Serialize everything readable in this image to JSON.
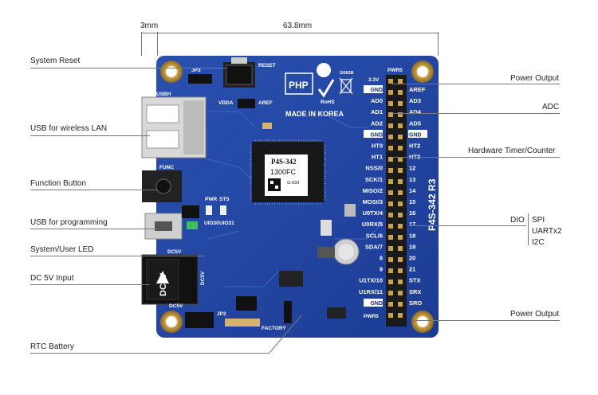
{
  "dimensions": {
    "left": "3mm",
    "width": "63.8mm"
  },
  "callouts": {
    "left": [
      "System Reset",
      "USB for wireless LAN",
      "Function Button",
      "USB for programming",
      "System/User LED",
      "DC 5V Input",
      "RTC Battery"
    ],
    "right": {
      "power_top": "Power Output",
      "adc": "ADC",
      "timer": "Hardware Timer/Counter",
      "dio": "DIO",
      "dio_sub": [
        "SPI",
        "UARTx2",
        "I2C"
      ],
      "power_bottom": "Power Output"
    }
  },
  "board": {
    "model_vertical": "P4S-342 R3",
    "made_in": "MADE IN KOREA",
    "php_logo": "PHP",
    "rohs": "RoHS",
    "cert_code": "G062B",
    "chip": {
      "line1": "P4S-342",
      "line2": "1300FC",
      "code": "G-033"
    },
    "silk": {
      "reset": "RESET",
      "usbh": "USBH",
      "func": "FUNC",
      "jp3": "JP3",
      "vdda": "VDDA",
      "aref": "AREF",
      "pwr": "PWR",
      "sts": "STS",
      "uio30": "UIO30",
      "uio31": "UIO31",
      "dc5v_a": "DC5V",
      "dc5v_b": "DC5V",
      "dc5v_jack": "DC5V",
      "dc5v_c": "DC5V",
      "jp2": "JP2",
      "factory": "FACTORY",
      "pwr5_top": "PWR5",
      "pwr5_bottom": "PWR5",
      "v33": "3.3V"
    },
    "pins_left": [
      "GND",
      "AD0",
      "AD1",
      "AD2",
      "GND",
      "HT0",
      "HT1",
      "NSS/0",
      "SCK/1",
      "MISO/2",
      "MOSI/3",
      "U0TX/4",
      "U0RX/5",
      "SCL/6",
      "SDA/7",
      "8",
      "9",
      "U1TX/10",
      "U1RX/11",
      "GND"
    ],
    "pins_right": [
      "AREF",
      "AD3",
      "AD4",
      "AD5",
      "GND",
      "HT2",
      "HT3",
      "12",
      "13",
      "14",
      "15",
      "16",
      "17",
      "18",
      "19",
      "20",
      "21",
      "STX",
      "SRX",
      "SRO"
    ]
  }
}
